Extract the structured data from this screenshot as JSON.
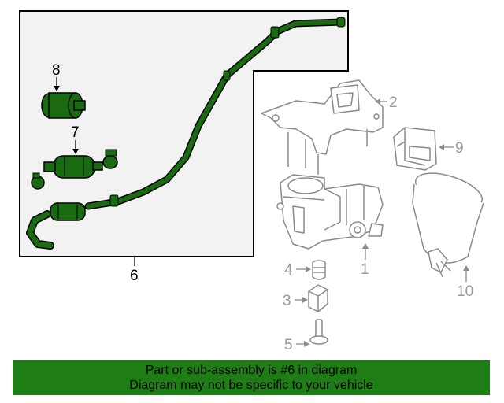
{
  "diagram": {
    "callouts": {
      "c1": "1",
      "c2": "2",
      "c3": "3",
      "c4": "4",
      "c5": "5",
      "c6": "6",
      "c7": "7",
      "c8": "8",
      "c9": "9",
      "c10": "10"
    }
  },
  "banner": {
    "line1": "Part or sub-assembly is #6 in diagram",
    "line2": "Diagram may not be specific to your vehicle",
    "background": "#1e7d14"
  },
  "colors": {
    "highlight_part": "#1a6a12",
    "panel": "#f2f2f2",
    "muted_parts": "#8a8a8a"
  }
}
